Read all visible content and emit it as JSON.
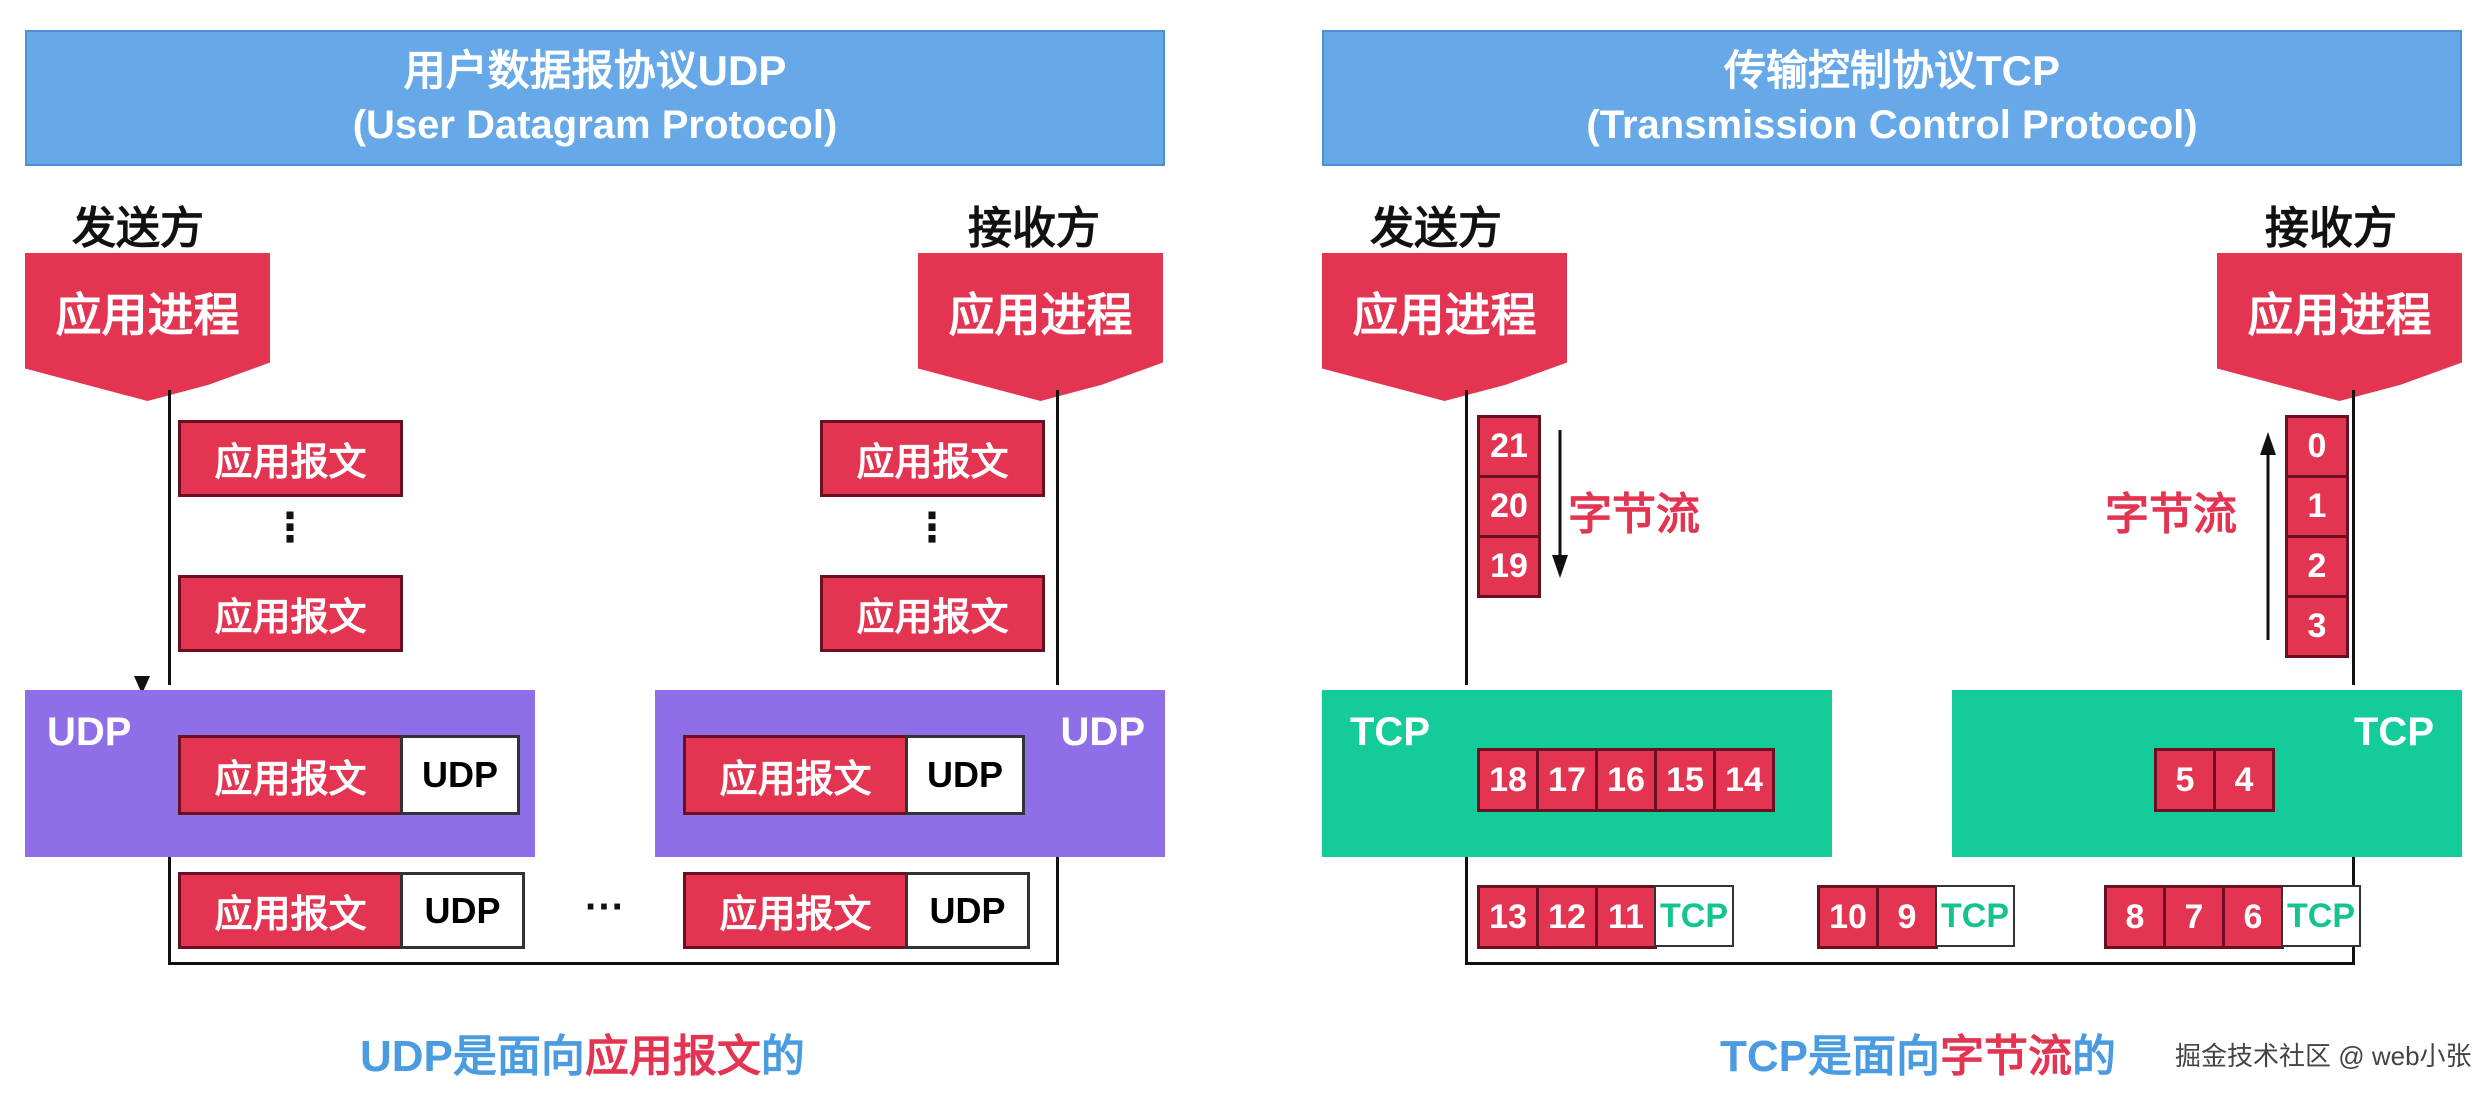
{
  "udp": {
    "title": "用户数据报协议UDP",
    "subtitle": "(User Datagram Protocol)",
    "sender": "发送方",
    "receiver": "接收方",
    "app_process": "应用进程",
    "app_message": "应用报文",
    "header": "UDP",
    "box_label": "UDP",
    "vertical_dots": "⋮",
    "horizontal_dots": "···",
    "caption_part1": "UDP是面向",
    "caption_part2": "应用报文",
    "caption_part3": "的"
  },
  "tcp": {
    "title": "传输控制协议TCP",
    "subtitle": "(Transmission Control Protocol)",
    "sender": "发送方",
    "receiver": "接收方",
    "app_process": "应用进程",
    "byte_stream": "字节流",
    "header": "TCP",
    "box_label": "TCP",
    "sender_stream": [
      "21",
      "20",
      "19"
    ],
    "receiver_stream": [
      "0",
      "1",
      "2",
      "3"
    ],
    "sender_buffer": [
      "18",
      "17",
      "16",
      "15",
      "14"
    ],
    "receiver_buffer": [
      "5",
      "4"
    ],
    "segment1": [
      "13",
      "12",
      "11"
    ],
    "segment2": [
      "10",
      "9"
    ],
    "segment3": [
      "8",
      "7",
      "6"
    ],
    "caption_part1": "TCP是面向",
    "caption_part2": "字节流",
    "caption_part3": "的"
  },
  "watermark": "掘金技术社区 @ web小张",
  "colors": {
    "banner": "#66a8e8",
    "red": "#e33552",
    "udp_box": "#8f6fe8",
    "tcp_box": "#13cc99",
    "caption_blue": "#4a9be0"
  }
}
